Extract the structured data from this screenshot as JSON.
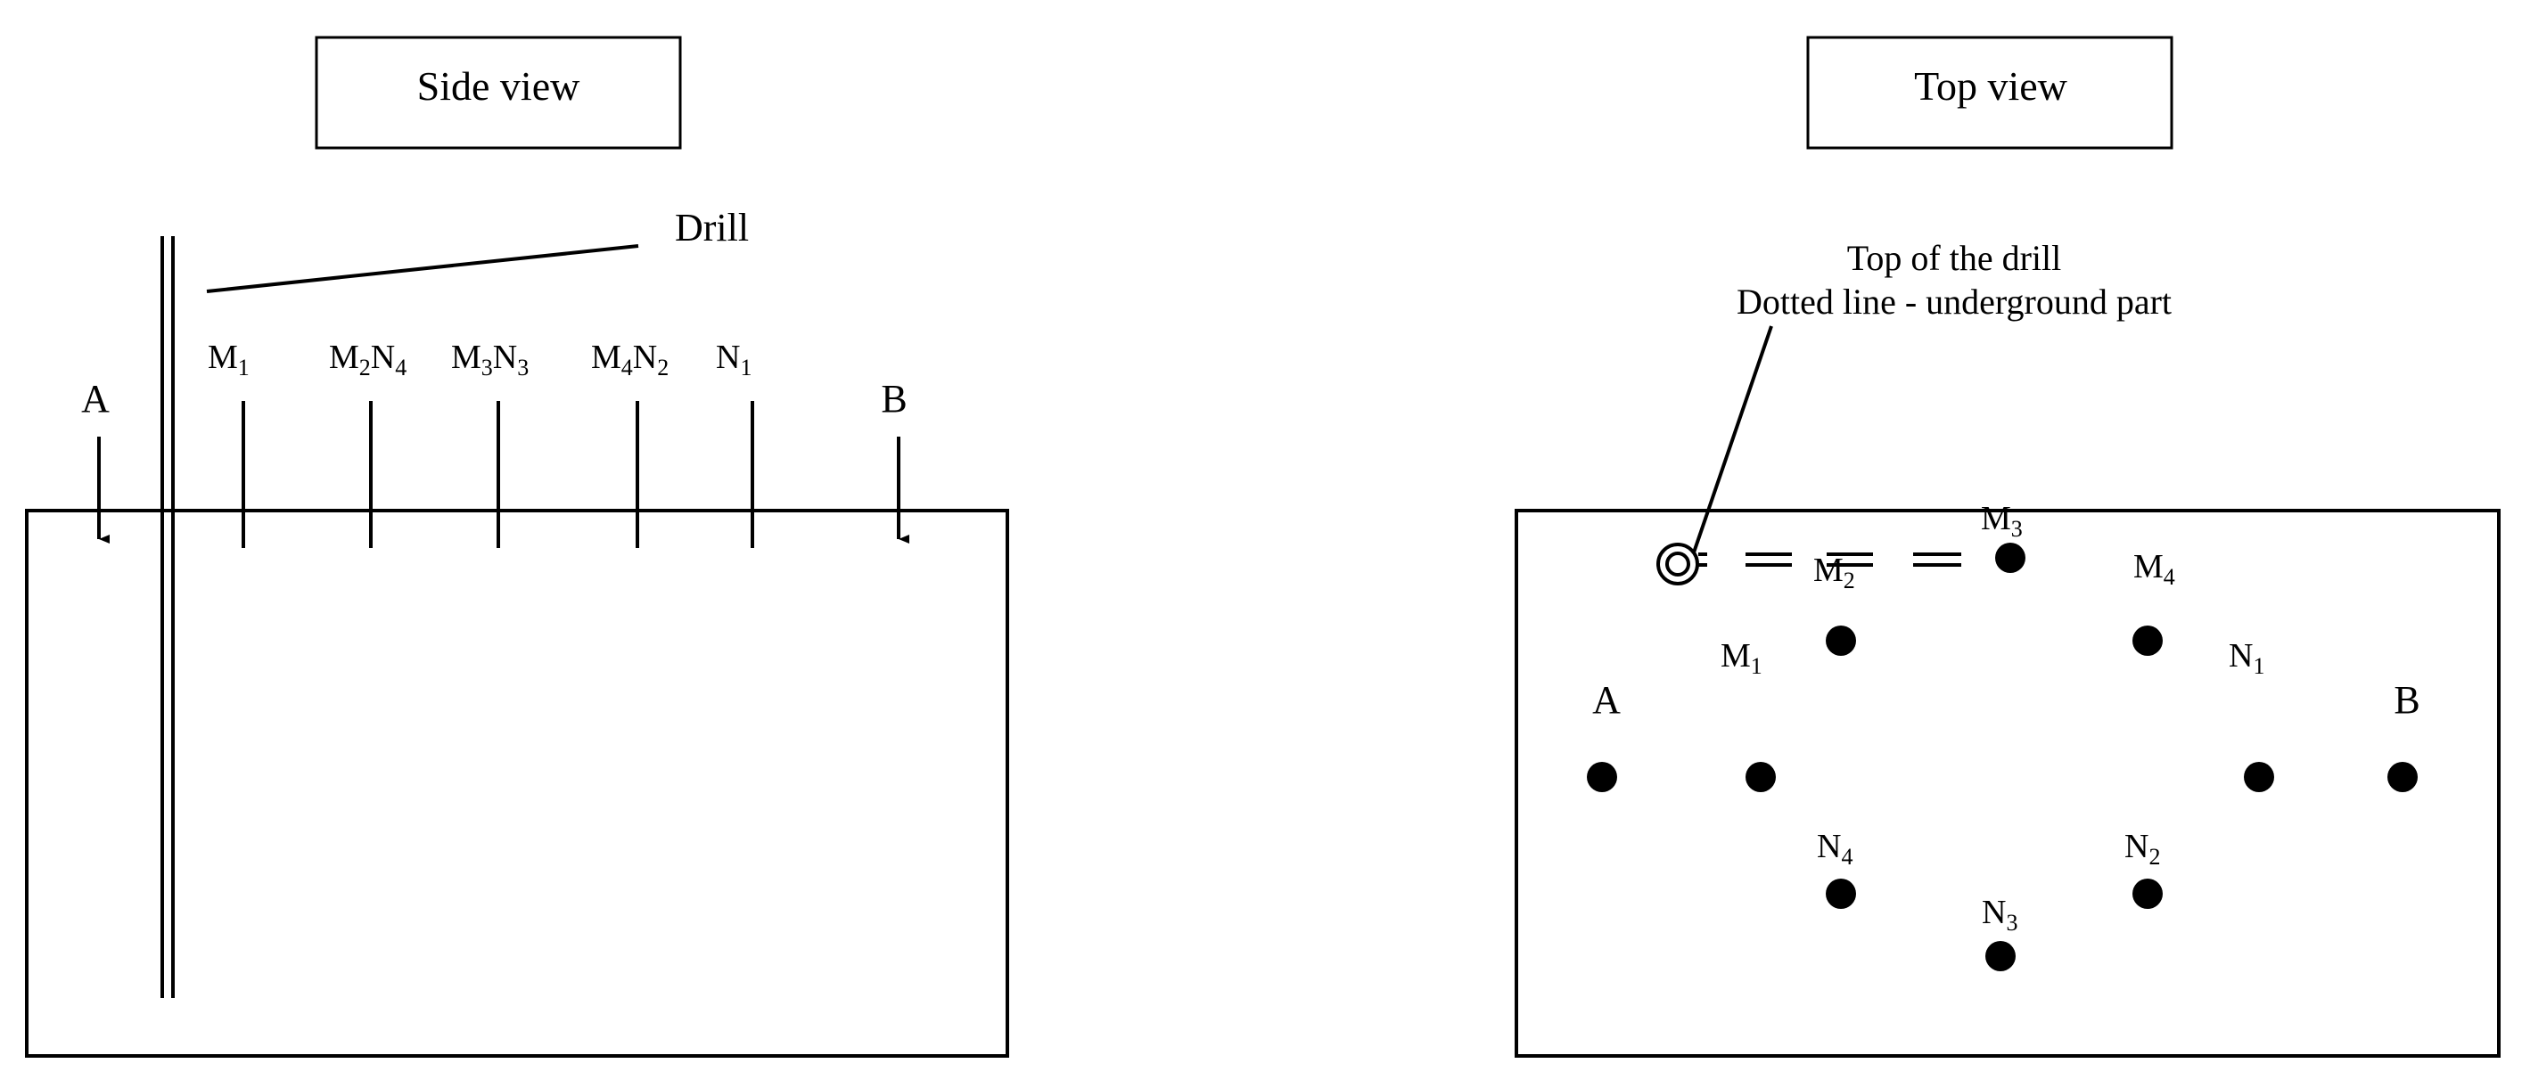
{
  "side_view": {
    "title": "Side view",
    "drill_label": "Drill",
    "point_A": "A",
    "point_B": "B",
    "electrodes": [
      {
        "label": "M",
        "sub": "1"
      },
      {
        "label1": "M",
        "sub1": "2",
        "label2": "N",
        "sub2": "4"
      },
      {
        "label1": "M",
        "sub1": "3",
        "label2": "N",
        "sub2": "3"
      },
      {
        "label1": "M",
        "sub1": "4",
        "label2": "N",
        "sub2": "2"
      },
      {
        "label": "N",
        "sub": "1"
      }
    ]
  },
  "top_view": {
    "title": "Top view",
    "note_line1": "Top of the drill",
    "note_line2": "Dotted line - underground part",
    "point_A": "A",
    "point_B": "B",
    "points": {
      "M1": {
        "label": "M",
        "sub": "1"
      },
      "M2": {
        "label": "M",
        "sub": "2"
      },
      "M3": {
        "label": "M",
        "sub": "3"
      },
      "M4": {
        "label": "M",
        "sub": "4"
      },
      "N1": {
        "label": "N",
        "sub": "1"
      },
      "N2": {
        "label": "N",
        "sub": "2"
      },
      "N3": {
        "label": "N",
        "sub": "3"
      },
      "N4": {
        "label": "N",
        "sub": "4"
      }
    }
  },
  "colors": {
    "ink": "#000000",
    "background": "#ffffff"
  }
}
